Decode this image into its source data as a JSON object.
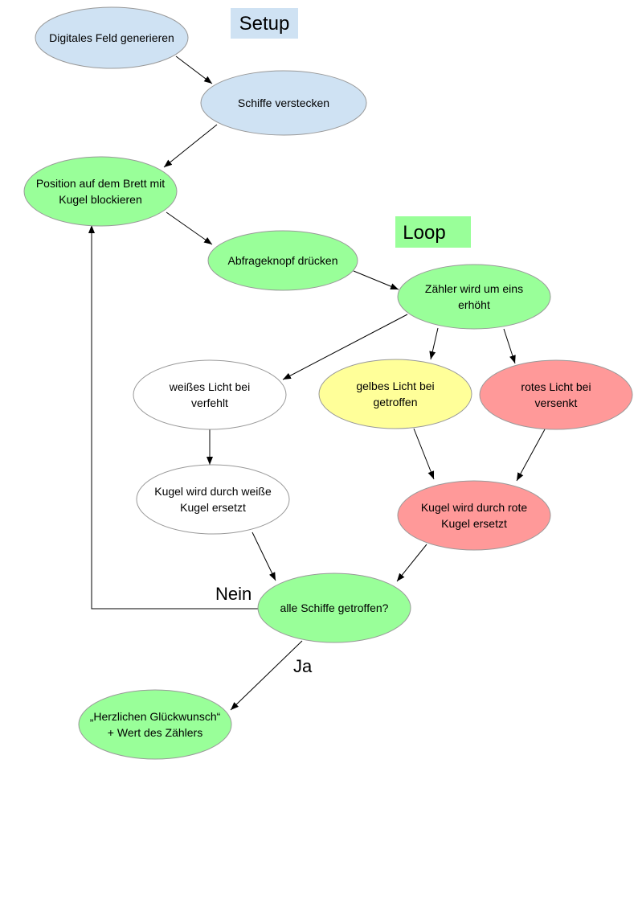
{
  "colors": {
    "setup_fill": "#cfe2f3",
    "green_fill": "#99ff99",
    "white_fill": "#ffffff",
    "yellow_fill": "#ffff99",
    "red_fill": "#ff9999",
    "outline": "#999999"
  },
  "sections": {
    "setup": "Setup",
    "loop": "Loop"
  },
  "nodes": {
    "digitales_feld": [
      "Digitales Feld generieren"
    ],
    "schiffe_verstecken": [
      "Schiffe verstecken"
    ],
    "position_blockieren": [
      "Position auf dem Brett mit",
      "Kugel blockieren"
    ],
    "abfrageknopf": [
      "Abfrageknopf drücken"
    ],
    "zaehler": [
      "Zähler wird um eins",
      "erhöht"
    ],
    "weisses_licht": [
      "weißes Licht bei",
      "verfehlt"
    ],
    "gelbes_licht": [
      "gelbes Licht bei",
      "getroffen"
    ],
    "rotes_licht": [
      "rotes Licht bei",
      "versenkt"
    ],
    "weisse_kugel": [
      "Kugel wird durch weiße",
      "Kugel ersetzt"
    ],
    "rote_kugel": [
      "Kugel wird durch rote",
      "Kugel ersetzt"
    ],
    "alle_schiffe": [
      "alle Schiffe getroffen?"
    ],
    "glueckwunsch": [
      "„Herzlichen Glückwunsch“",
      "+ Wert des Zählers"
    ]
  },
  "edge_labels": {
    "nein": "Nein",
    "ja": "Ja"
  }
}
